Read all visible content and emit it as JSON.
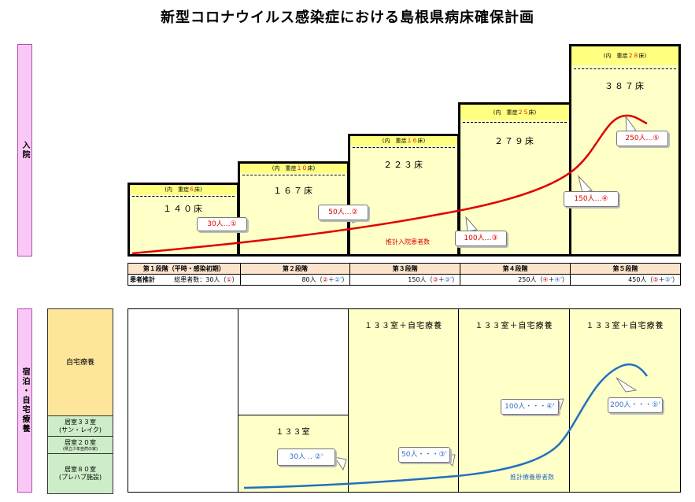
{
  "title": "新型コロナウイルス感染症における島根県病床確保計画",
  "sidebar_top": "入院",
  "sidebar_bottom": "宿泊・自宅療養",
  "hospital_boxes": [
    {
      "nai_prefix": "(内　重症",
      "nai_num": "６",
      "nai_suffix": "床)",
      "beds": "１４０床"
    },
    {
      "nai_prefix": "(内　重症",
      "nai_num": "１０",
      "nai_suffix": "床)",
      "beds": "１６７床"
    },
    {
      "nai_prefix": "(内　重症",
      "nai_num": "１６",
      "nai_suffix": "床)",
      "beds": "２２３床"
    },
    {
      "nai_prefix": "(内　重症",
      "nai_num": "２５",
      "nai_suffix": "床)",
      "beds": "２７９床"
    },
    {
      "nai_prefix": "(内　重症",
      "nai_num": "２８",
      "nai_suffix": "床)",
      "beds": "３８７床"
    }
  ],
  "hospital_callouts": [
    "30人…①",
    "50人…②",
    "100人…③",
    "150人…④",
    "250人…⑤"
  ],
  "hospital_curve_label": "推計入院患者数",
  "stage_table": {
    "stages": [
      "第１段階（平時・感染初期）",
      "第２段階",
      "第３段階",
      "第４段階",
      "第５段階"
    ],
    "row_label": "患者推計",
    "total_label": "総患者数：30人（",
    "totals": [
      {
        "pre": "30人（",
        "parts": [
          {
            "t": "①",
            "c": "r"
          }
        ],
        "post": "）"
      },
      {
        "pre": "80人（",
        "parts": [
          {
            "t": "②",
            "c": "r"
          },
          {
            "t": "＋",
            "c": ""
          },
          {
            "t": "②'",
            "c": "b"
          }
        ],
        "post": "）"
      },
      {
        "pre": "150人（",
        "parts": [
          {
            "t": "③",
            "c": "r"
          },
          {
            "t": "＋",
            "c": ""
          },
          {
            "t": "③'",
            "c": "b"
          }
        ],
        "post": "）"
      },
      {
        "pre": "250人（",
        "parts": [
          {
            "t": "④",
            "c": "r"
          },
          {
            "t": "＋",
            "c": ""
          },
          {
            "t": "④'",
            "c": "b"
          }
        ],
        "post": "）"
      },
      {
        "pre": "450人（",
        "parts": [
          {
            "t": "⑤",
            "c": "r"
          },
          {
            "t": "＋",
            "c": ""
          },
          {
            "t": "⑤'",
            "c": "b"
          }
        ],
        "post": "）"
      }
    ]
  },
  "left_cells": {
    "home": "自宅療養",
    "c1_line1": "居室３３室",
    "c1_line2": "(サン・レイク)",
    "c2_line1": "居室２０室",
    "c2_line2": "(県立少年自然の家)",
    "c3_line1": "居室８０室",
    "c3_line2": "(プレハブ施設)"
  },
  "lodging_caps": {
    "stage2": "１３３室",
    "stage3": "１３３室＋自宅療養",
    "stage4": "１３３室＋自宅療養",
    "stage5": "１３３室＋自宅療養"
  },
  "lodging_callouts": [
    "30人 ‥ ②'",
    "50人・・・③'",
    "100人・・・④'",
    "200人・・・⑤'"
  ],
  "lodging_curve_label": "推計療養患者数",
  "colors": {
    "red_curve": "#e00000",
    "blue_curve": "#2070c0",
    "box_fill": "#ffffc8",
    "band": "#ffff80",
    "sidebar": "#f9c8f6",
    "home": "#fde59a",
    "facility": "#cdecc8"
  }
}
